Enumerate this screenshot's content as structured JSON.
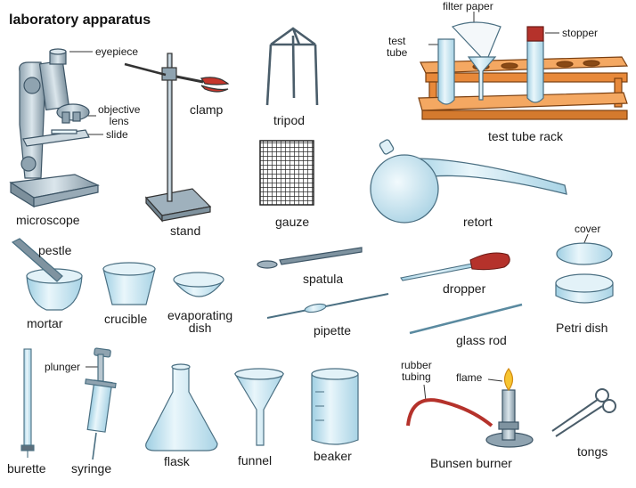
{
  "title": "laboratory apparatus",
  "labels": {
    "eyepiece": "eyepiece",
    "objective_lens": "objective\nlens",
    "slide": "slide",
    "microscope": "microscope",
    "clamp": "clamp",
    "stand": "stand",
    "tripod": "tripod",
    "gauze": "gauze",
    "filter_paper": "filter paper",
    "test_tube": "test\ntube",
    "stopper": "stopper",
    "test_tube_rack": "test tube rack",
    "retort": "retort",
    "pestle": "pestle",
    "mortar": "mortar",
    "crucible": "crucible",
    "evaporating_dish": "evaporating\ndish",
    "spatula": "spatula",
    "pipette": "pipette",
    "dropper": "dropper",
    "glass_rod": "glass rod",
    "cover": "cover",
    "petri_dish": "Petri dish",
    "plunger": "plunger",
    "burette": "burette",
    "syringe": "syringe",
    "flask": "flask",
    "funnel": "funnel",
    "beaker": "beaker",
    "rubber_tubing": "rubber\ntubing",
    "flame": "flame",
    "bunsen_burner": "Bunsen burner",
    "tongs": "tongs"
  },
  "colors": {
    "glass": "#cfe8f2",
    "glass_edge": "#4a6f82",
    "metal": "#5d6f7c",
    "wood": "#e8893a",
    "wood_dark": "#b8651f",
    "rubber_red": "#b5322b",
    "flame_yellow": "#f7c531"
  }
}
